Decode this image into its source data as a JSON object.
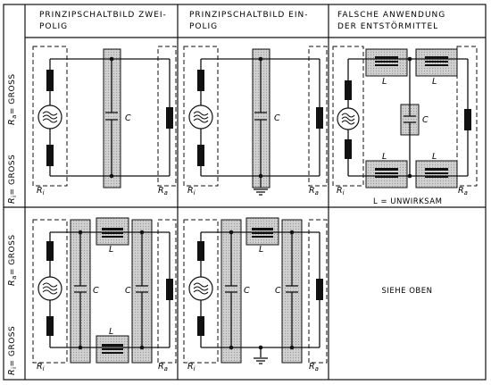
{
  "headers": {
    "col1": [
      "PRINZIPSCHALTBILD ZWEI-",
      "POLIG"
    ],
    "col2": [
      "PRINZIPSCHALTBILD EIN-",
      "POLIG"
    ],
    "col3": [
      "FALSCHE ANWENDUNG",
      "DER ENTSTÖRMITTEL"
    ]
  },
  "row_labels": {
    "top_ra": "R",
    "top_ra_sub": "a",
    "top_ra_val": "= GROSS",
    "bottom_ri": "R",
    "bottom_ri_sub": "i",
    "bottom_ri_val": "= GROSS"
  },
  "component_labels": {
    "c": "C",
    "l": "L",
    "ri": "R",
    "ri_sub": "i",
    "ra": "R",
    "ra_sub": "a"
  },
  "notes": {
    "unwirksam": "L = UNWIRKSAM",
    "siehe_oben": "SIEHE OBEN"
  }
}
